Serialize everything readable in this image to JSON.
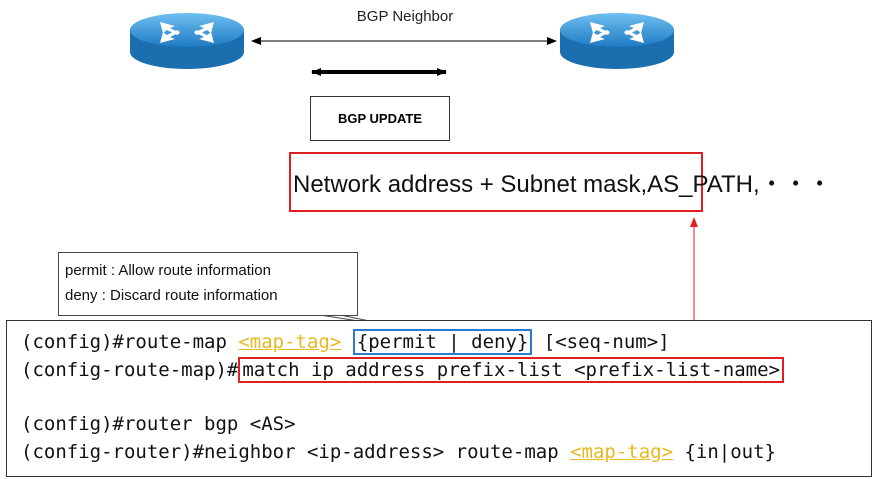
{
  "neighbor_label": "BGP Neighbor",
  "update_label": "BGP UPDATE",
  "update_fields": "Network address + Subnet mask,AS_PATH,・・・",
  "callout": {
    "permit": "permit : Allow route information",
    "deny": "deny : Discard route information"
  },
  "cli": {
    "line1_prefix": "(config)#route-map ",
    "line1_tag": "<map-tag>",
    "line1_space": " ",
    "line1_action": "{permit | deny}",
    "line1_suffix": " [<seq-num>]",
    "line2_prefix": "(config-route-map)#",
    "line2_match": "match ip address prefix-list <prefix-list-name>",
    "line4": "(config)#router bgp <AS>",
    "line5_prefix": "(config-router)#neighbor <ip-address> route-map ",
    "line5_tag": "<map-tag>",
    "line5_suffix": " {in|out}"
  },
  "colors": {
    "highlight_red": "#e02020",
    "highlight_blue": "#2a7bd0",
    "map_tag": "#e8b820",
    "router_body": "#2f8fd6"
  },
  "icons": [
    "router-icon-left",
    "router-icon-right"
  ]
}
